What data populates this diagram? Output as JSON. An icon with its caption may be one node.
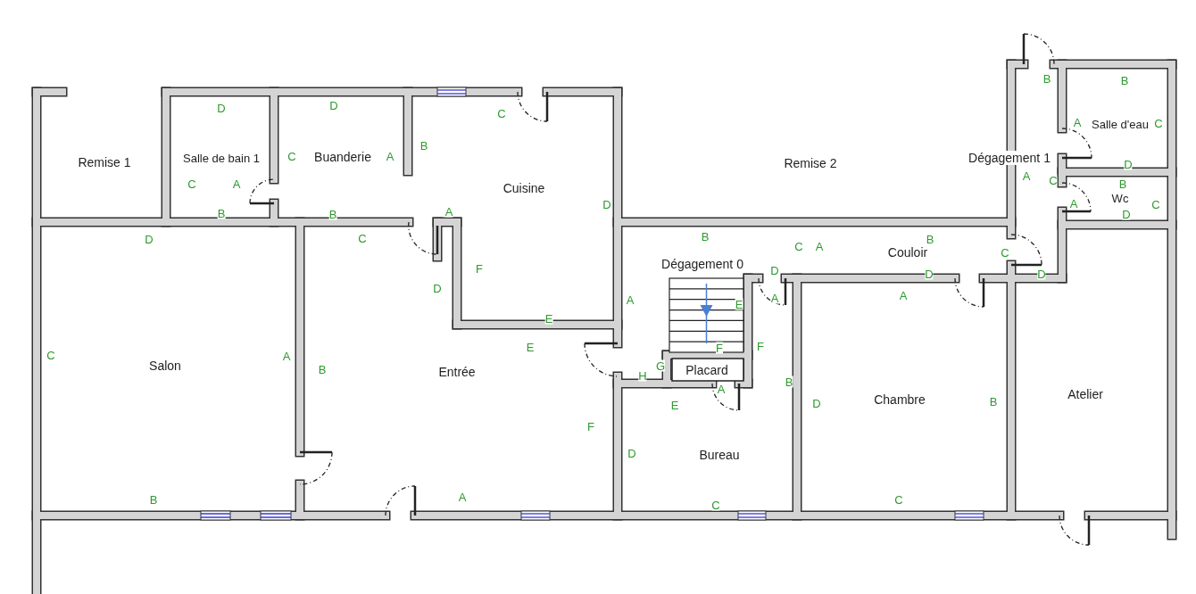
{
  "diagram": {
    "nodes": [
      {
        "text": [
          "Salle d'eau"
        ]
      },
      {
        "text": [
          "Remise 1"
        ]
      },
      {
        "text": [
          "Salle de bain 1"
        ]
      },
      {
        "text": [
          "Buanderie"
        ]
      },
      {
        "text": [
          "Remise 2"
        ]
      },
      {
        "text": [
          "Dégagement 1"
        ]
      },
      {
        "text": [
          "Cuisine"
        ]
      },
      {
        "text": [
          "Wc"
        ]
      },
      {
        "text": [
          "Couloir"
        ]
      },
      {
        "text": [
          "Dégagement 0"
        ]
      },
      {
        "text": [
          "Salon"
        ]
      },
      {
        "text": [
          "Placard"
        ]
      },
      {
        "text": [
          "Entrée"
        ]
      },
      {
        "text": [
          "Atelier"
        ]
      },
      {
        "text": [
          "Chambre"
        ]
      },
      {
        "text": [
          "Bureau"
        ]
      }
    ],
    "labels": [
      "B",
      "B",
      "D",
      "D",
      "C",
      "A",
      "C",
      "B",
      "C",
      "A",
      "A",
      "C",
      "D",
      "C",
      "A",
      "B",
      "B",
      "B",
      "A",
      "D",
      "A",
      "D",
      "C",
      "D",
      "C",
      "B",
      "B",
      "C",
      "A",
      "C",
      "F",
      "D",
      "D",
      "D",
      "D",
      "A",
      "E",
      "A",
      "A",
      "E",
      "C",
      "A",
      "E",
      "F",
      "F",
      "B",
      "H",
      "G",
      "A",
      "B",
      "E",
      "D",
      "B",
      "F",
      "D",
      "B",
      "A",
      "C",
      "C"
    ]
  }
}
